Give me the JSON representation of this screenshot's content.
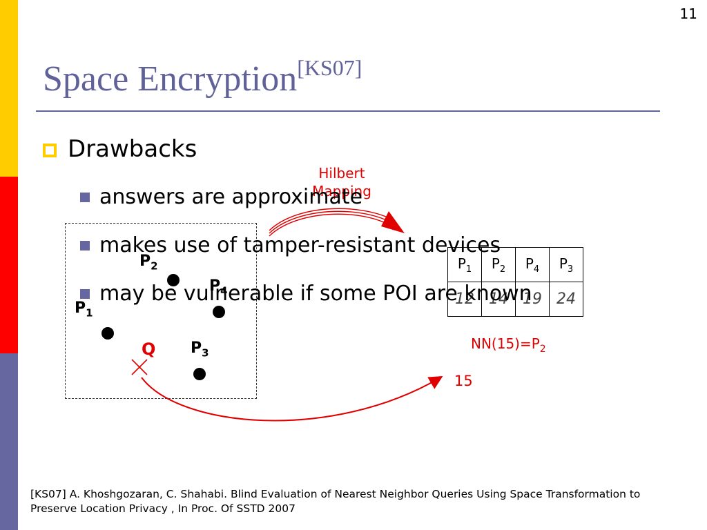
{
  "slide": {
    "number": "11"
  },
  "title": {
    "main": "Space Encryption",
    "citation": "[KS07]"
  },
  "bullets": {
    "heading": "Drawbacks",
    "items": [
      "answers are approximate",
      "makes use of tamper-resistant devices",
      "may be vulnerable if some POI are known"
    ]
  },
  "diagram": {
    "points": [
      {
        "letter": "P",
        "index": "1"
      },
      {
        "letter": "P",
        "index": "2"
      },
      {
        "letter": "P",
        "index": "3"
      },
      {
        "letter": "P",
        "index": "4"
      }
    ],
    "query_label": "Q",
    "mapping_label": "Hilbert Mapping",
    "table": {
      "headers": [
        {
          "letter": "P",
          "index": "1"
        },
        {
          "letter": "P",
          "index": "2"
        },
        {
          "letter": "P",
          "index": "4"
        },
        {
          "letter": "P",
          "index": "3"
        }
      ],
      "values": [
        "12",
        "14",
        "19",
        "24"
      ]
    },
    "query_value": "15",
    "nn_result": {
      "prefix": "NN(15)=P",
      "index": "2"
    }
  },
  "colors": {
    "title": "#616199",
    "accent_red": "#e00000",
    "bar_yellow": "#ffcc00",
    "bar_red": "#ff0000",
    "bar_blue": "#6666a0"
  },
  "footnote": "[KS07] A. Khoshgozaran, C. Shahabi. Blind Evaluation of Nearest Neighbor Queries Using Space Transformation to Preserve Location Privacy , In Proc. Of SSTD 2007"
}
